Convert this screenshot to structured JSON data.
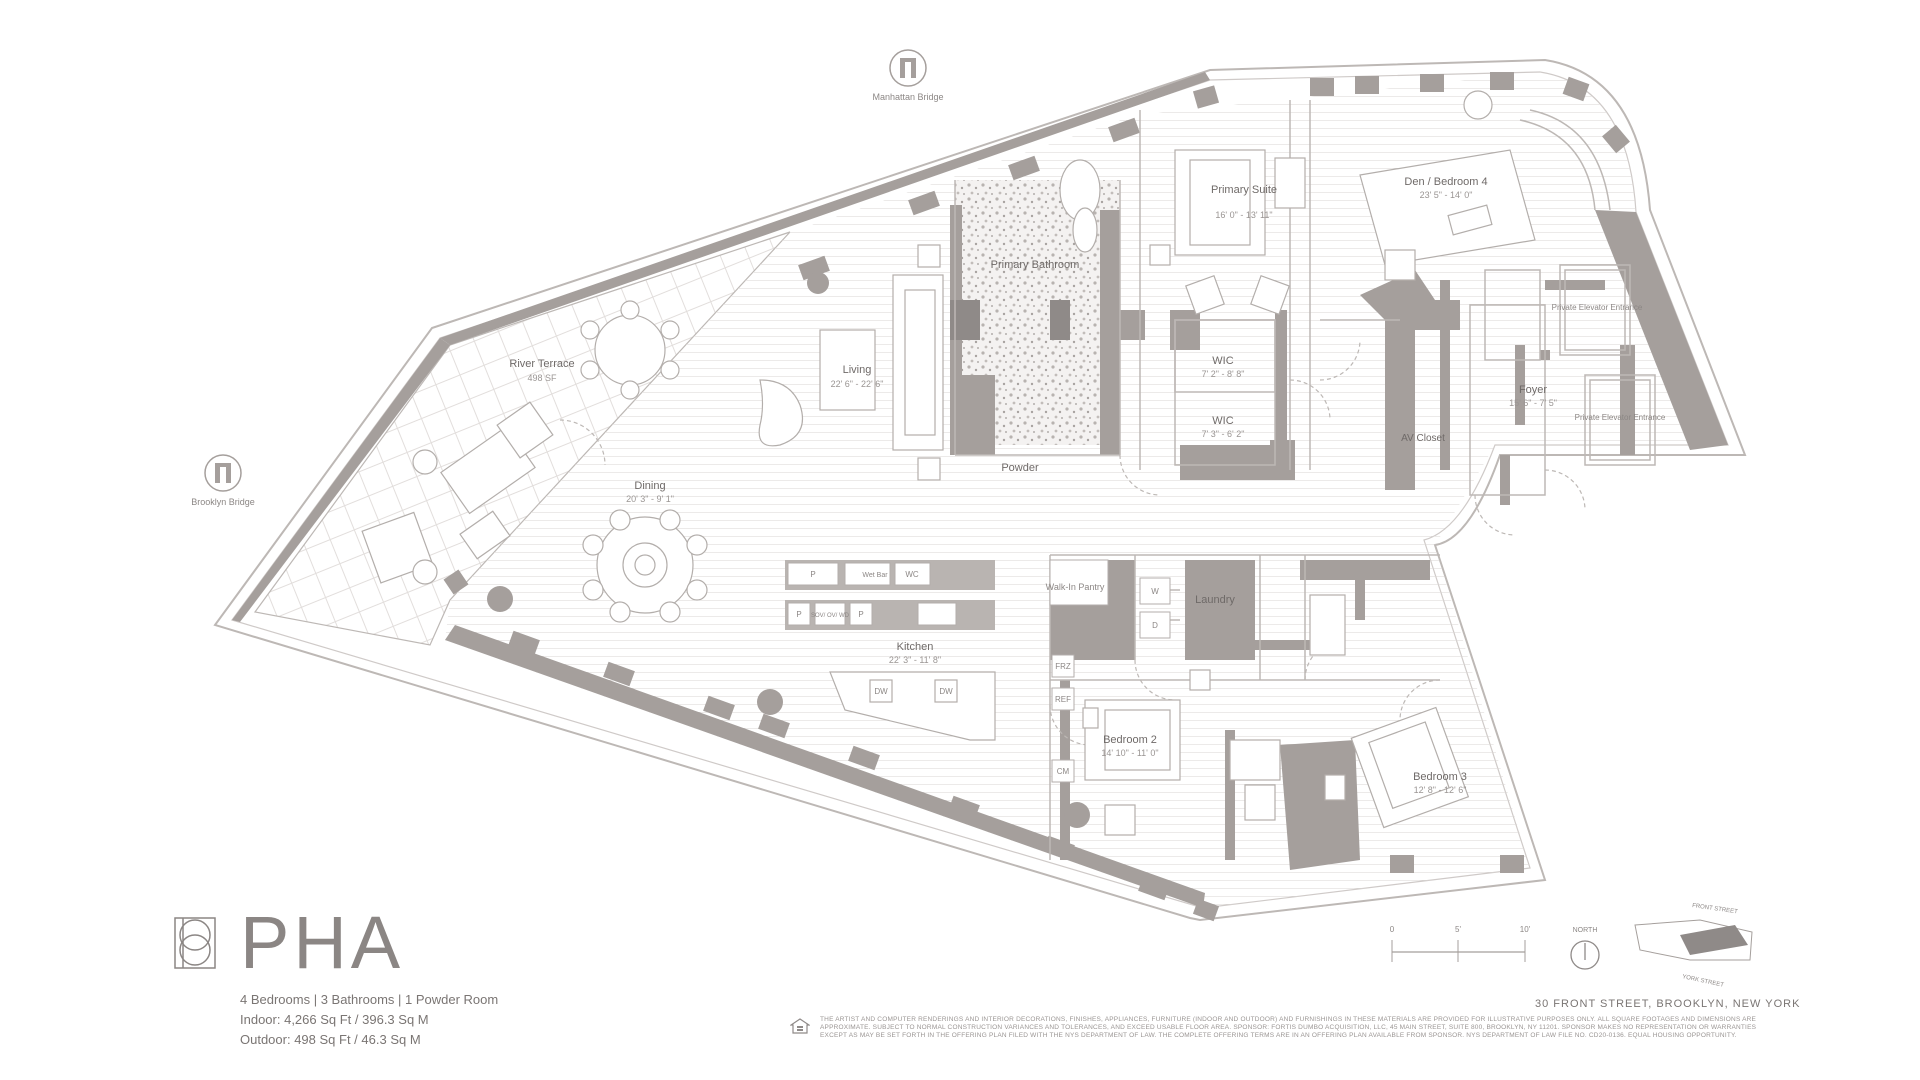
{
  "rooms": {
    "river_terrace": {
      "name": "River Terrace",
      "dim": "498 SF"
    },
    "living": {
      "name": "Living",
      "dim": "22' 6\" - 22' 6\""
    },
    "dining": {
      "name": "Dining",
      "dim": "20' 3\" - 9' 1\""
    },
    "kitchen": {
      "name": "Kitchen",
      "dim": "22' 3\" - 11' 8\""
    },
    "primary_bathroom": {
      "name": "Primary Bathroom"
    },
    "primary_suite": {
      "name": "Primary Suite",
      "dim": "16' 0\" - 13' 11\""
    },
    "den": {
      "name": "Den / Bedroom 4",
      "dim": "23' 5\" - 14' 0\""
    },
    "wic1": {
      "name": "WIC",
      "dim": "7' 2\" - 8' 8\""
    },
    "wic2": {
      "name": "WIC",
      "dim": "7' 3\" - 6' 2\""
    },
    "powder": {
      "name": "Powder"
    },
    "foyer": {
      "name": "Foyer",
      "dim": "15' 6\" - 7' 5\""
    },
    "av_closet": {
      "name": "AV Closet"
    },
    "elevator1": {
      "name": "Private Elevator Entrance"
    },
    "elevator2": {
      "name": "Private Elevator Entrance"
    },
    "walk_in_pantry": {
      "name": "Walk-In Pantry"
    },
    "laundry": {
      "name": "Laundry"
    },
    "bedroom2": {
      "name": "Bedroom 2",
      "dim": "14' 10\" - 11' 0\""
    },
    "bedroom3": {
      "name": "Bedroom 3",
      "dim": "12' 8\" - 12' 6\""
    }
  },
  "appliances": {
    "p1": "P",
    "wet_bar": "Wet Bar",
    "wc": "WC",
    "p2": "P",
    "sov_ov_wd": "SOV/ OV/ WD",
    "p3": "P",
    "dw1": "DW",
    "dw2": "DW",
    "frz": "FRZ",
    "ref": "REF",
    "cm": "CM",
    "w": "W",
    "d": "D"
  },
  "landmarks": {
    "manhattan_bridge": "Manhattan Bridge",
    "brooklyn_bridge": "Brooklyn Bridge"
  },
  "scale": {
    "labels": [
      "0",
      "5'",
      "10'"
    ],
    "north": "NORTH"
  },
  "keyplan": {
    "front_street": "FRONT STREET",
    "york_street": "YORK STREET"
  },
  "brand": {
    "name": "PHA"
  },
  "summary": {
    "line1": "4 Bedrooms  |  3 Bathrooms  |  1 Powder Room",
    "line2": "Indoor: 4,266 Sq Ft / 396.3 Sq M",
    "line3": "Outdoor: 498 Sq Ft / 46.3 Sq M"
  },
  "address": "30 FRONT STREET, BROOKLYN, NEW YORK",
  "legal": "THE ARTIST AND COMPUTER RENDERINGS AND INTERIOR DECORATIONS, FINISHES, APPLIANCES, FURNITURE (INDOOR AND OUTDOOR) AND FURNISHINGS IN THESE MATERIALS ARE PROVIDED FOR ILLUSTRATIVE PURPOSES ONLY. ALL SQUARE FOOTAGES AND DIMENSIONS ARE APPROXIMATE. SUBJECT TO NORMAL CONSTRUCTION VARIANCES AND TOLERANCES, AND EXCEED USABLE FLOOR AREA. SPONSOR: FORTIS DUMBO ACQUISITION, LLC, 45 MAIN STREET, SUITE 800, BROOKLYN, NY 11201. SPONSOR MAKES NO REPRESENTATION OR WARRANTIES EXCEPT AS MAY BE SET FORTH IN THE OFFERING PLAN FILED WITH THE NYS DEPARTMENT OF LAW. THE COMPLETE OFFERING TERMS ARE IN AN OFFERING PLAN AVAILABLE FROM SPONSOR. NYS DEPARTMENT OF LAW FILE NO. CD20-0136. EQUAL HOUSING OPPORTUNITY.",
  "colors": {
    "wall": "#a59f9c",
    "line": "#bdb8b5",
    "text": "#6f6a68",
    "background": "#ffffff"
  }
}
